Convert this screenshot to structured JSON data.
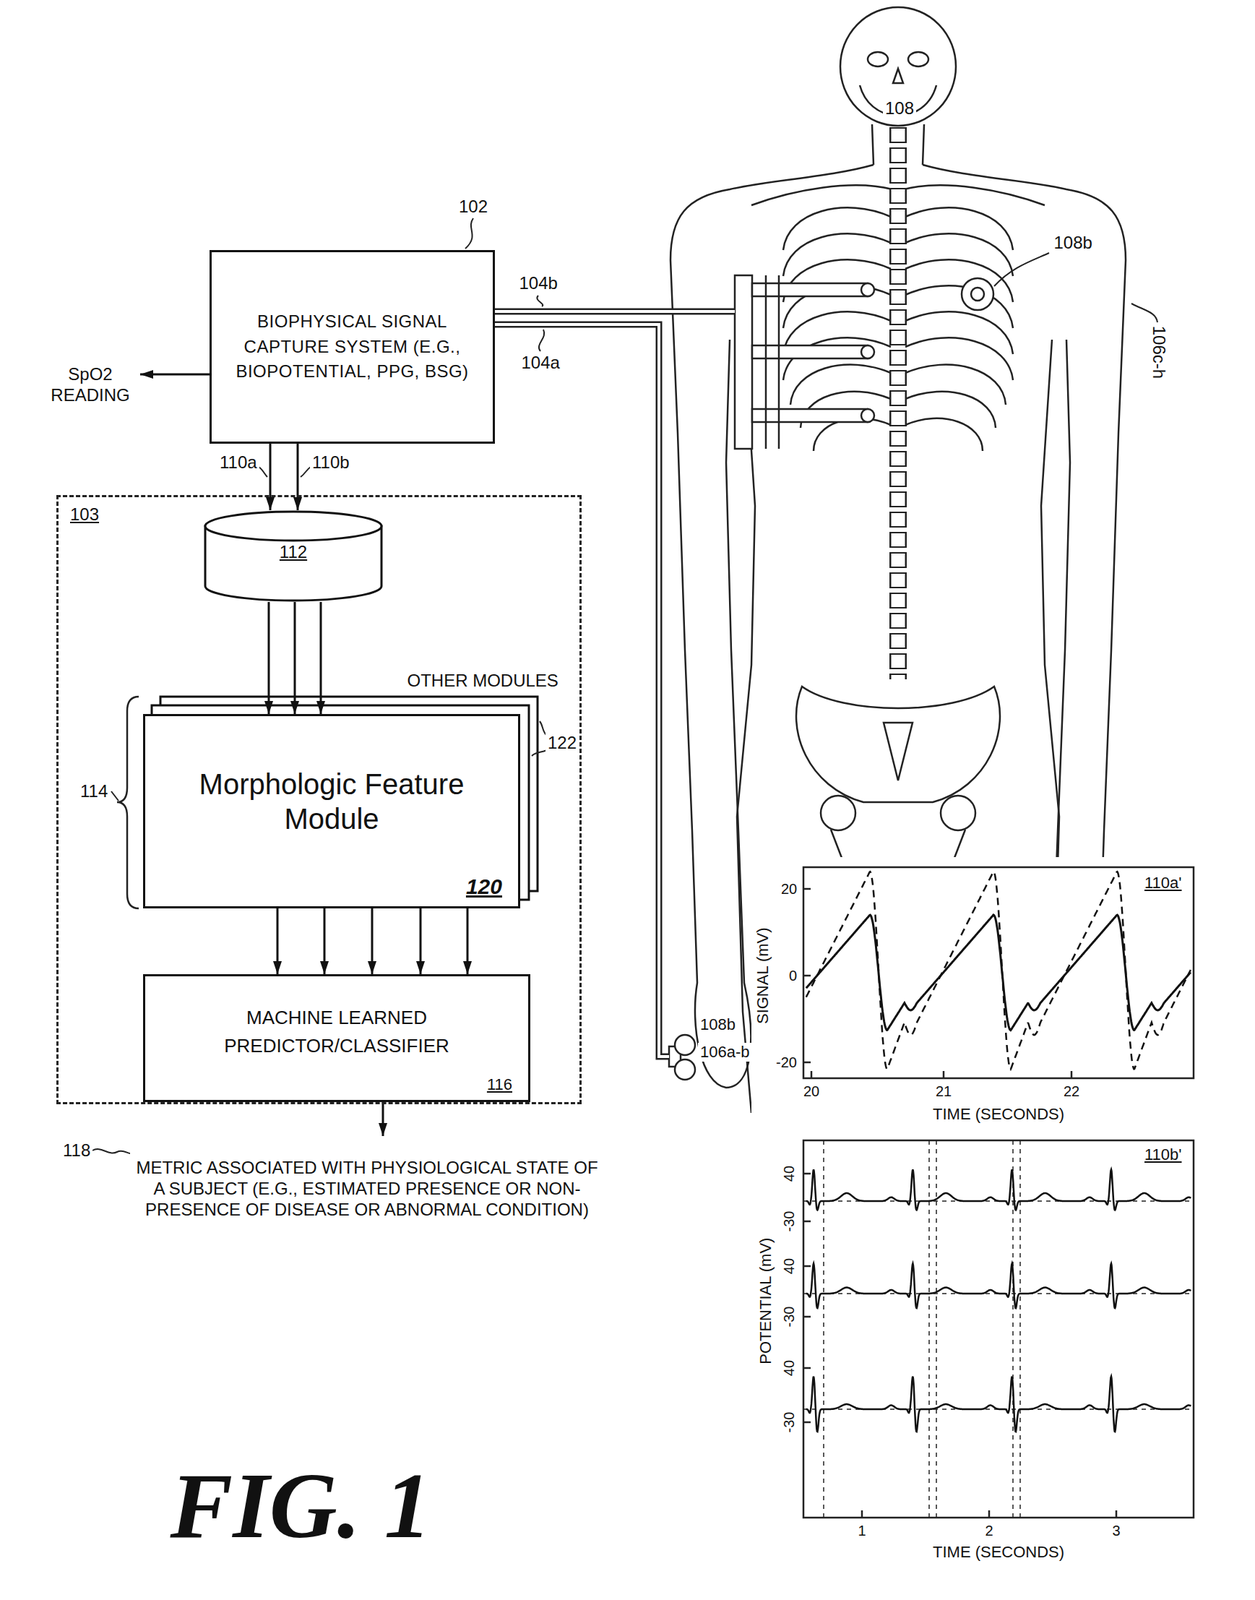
{
  "diagram": {
    "caption": "FIG. 1",
    "nodes": [
      {
        "text": [
          "BIOPHYSICAL SIGNAL CAPTURE SYSTEM (E.G., BIOPOTENTIAL, PPG, BSG)"
        ]
      },
      {
        "text": [
          "103"
        ]
      },
      {
        "text": [
          "112"
        ],
        "in": 1
      },
      {
        "text": [
          "Morphologic Feature Module",
          "120"
        ],
        "in": 1
      },
      {
        "text": [
          "MACHINE LEARNED PREDICTOR/CLASSIFIER",
          "116"
        ],
        "in": 1
      }
    ],
    "edges": [
      {
        "from": 0,
        "to": 2,
        "arrow": "to"
      },
      {
        "from": 0,
        "to": 2,
        "arrow": "to"
      },
      {
        "from": 2,
        "to": 3,
        "arrow": "to"
      },
      {
        "from": 2,
        "to": 3,
        "arrow": "to"
      },
      {
        "from": 2,
        "to": 3,
        "arrow": "to"
      },
      {
        "from": 3,
        "to": 4,
        "arrow": "to"
      },
      {
        "from": 3,
        "to": 4,
        "arrow": "to"
      },
      {
        "from": 3,
        "to": 4,
        "arrow": "to"
      },
      {
        "from": 3,
        "to": 4,
        "arrow": "to"
      },
      {
        "from": 3,
        "to": 4,
        "arrow": "to"
      }
    ],
    "labels": [
      "108",
      "102",
      "108b",
      "104b",
      "SpO2 READING",
      "106c-h",
      "104a",
      "110a",
      "110b",
      "OTHER MODULES",
      "122",
      "114",
      "108b",
      "106a-b",
      "110a'",
      "20",
      "0",
      "-20",
      "SIGNAL (mV)",
      "20",
      "21",
      "22",
      "TIME (SECONDS)",
      "METRIC ASSOCIATED WITH PHYSIOLOGICAL STATE OF A SUBJECT (E.G., ESTIMATED PRESENCE OR NON-PRESENCE OF DISEASE OR ABNORMAL CONDITION)",
      "118",
      "110b'",
      "40",
      "-30",
      "40",
      "-30",
      "40",
      "-30",
      "POTENTIAL (mV)",
      "1",
      "2",
      "3",
      "TIME (SECONDS)"
    ]
  }
}
